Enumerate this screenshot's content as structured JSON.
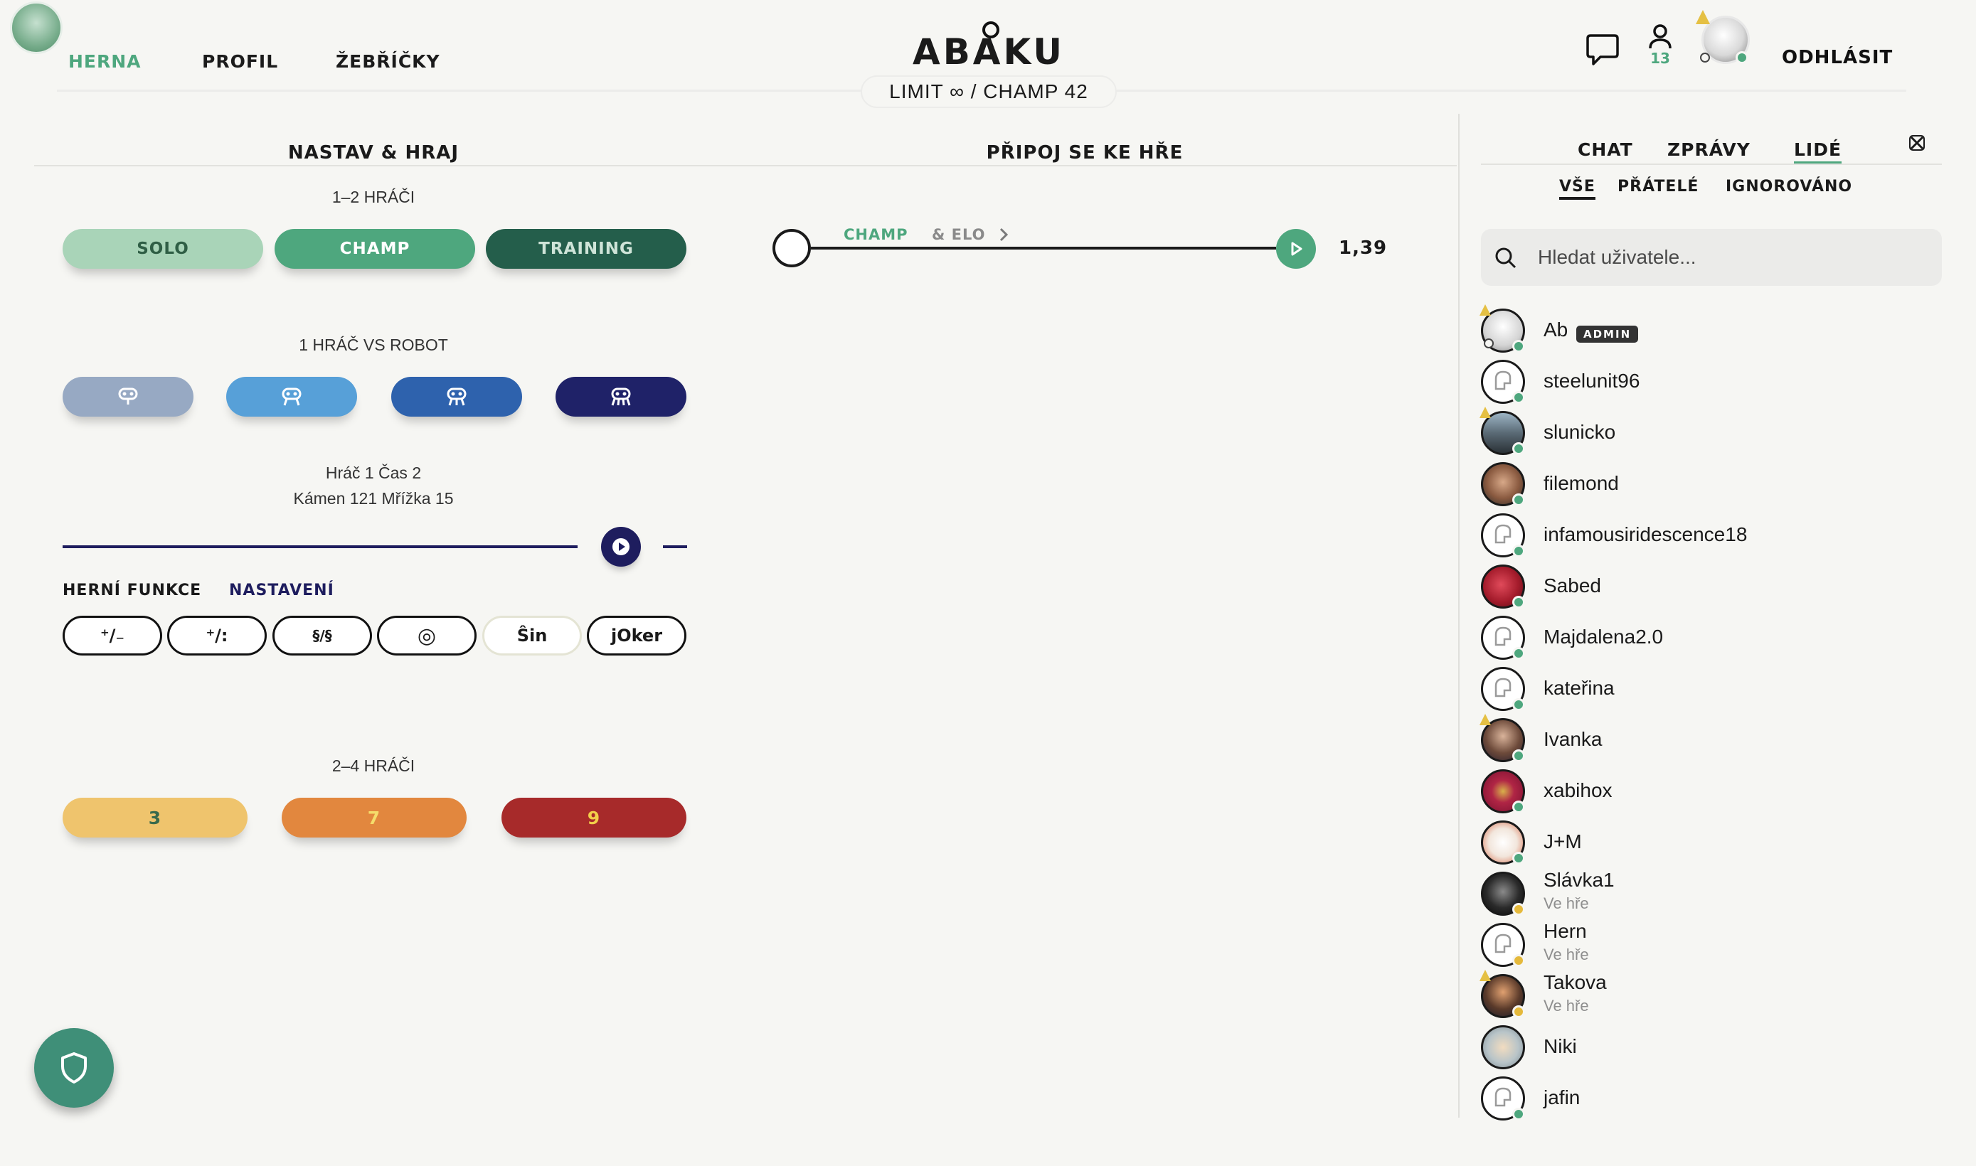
{
  "nav": {
    "items": [
      "HERNA",
      "PROFIL",
      "ŽEBŘÍČKY"
    ],
    "logo": "ABAKU",
    "subtitle": "LIMIT ∞ / CHAMP 42",
    "friend_count": "13",
    "logout": "ODHLÁSIT"
  },
  "setup": {
    "title": "NASTAV & HRAJ",
    "players_1_2": "1–2 HRÁČI",
    "modes": [
      "SOLO",
      "CHAMP",
      "TRAINING"
    ],
    "robot_label": "1 HRÁČ VS ROBOT",
    "robot_icon": "robot-icon",
    "info_line1": "Hráč 1 Čas 2",
    "info_line2": "Kámen 121 Mřížka 15",
    "tab_functions": "HERNÍ FUNKCE",
    "tab_settings": "NASTAVENÍ",
    "functions": [
      "⁺/₋",
      "⁺/:",
      "§/§",
      "◎",
      "Ŝin",
      "jOker"
    ],
    "players_2_4": "2–4 HRÁČI",
    "multi": [
      "3",
      "7",
      "9"
    ]
  },
  "join": {
    "title": "PŘIPOJ SE KE HŘE",
    "track_label_a": "CHAMP",
    "track_label_b": "& ELO",
    "value": "1,39"
  },
  "chat": {
    "tabs": [
      "CHAT",
      "ZPRÁVY",
      "LIDÉ"
    ],
    "subtabs": [
      "VŠE",
      "PŘÁTELÉ",
      "IGNOROVÁNO"
    ],
    "search_placeholder": "Hledat uživatele...",
    "users": [
      {
        "name": "Ab",
        "badge": "ADMIN",
        "sub": "",
        "status": "online"
      },
      {
        "name": "steelunit96",
        "sub": "",
        "status": "online"
      },
      {
        "name": "slunicko",
        "sub": "",
        "status": "online"
      },
      {
        "name": "filemond",
        "sub": "",
        "status": "online"
      },
      {
        "name": "infamousiridescence18",
        "sub": "",
        "status": "online"
      },
      {
        "name": "Sabed",
        "sub": "",
        "status": "online"
      },
      {
        "name": "Majdalena2.0",
        "sub": "",
        "status": "online"
      },
      {
        "name": "kateřina",
        "sub": "",
        "status": "online"
      },
      {
        "name": "Ivanka",
        "sub": "",
        "status": "online"
      },
      {
        "name": "xabihox",
        "sub": "",
        "status": "online"
      },
      {
        "name": "J+M",
        "sub": "",
        "status": "online"
      },
      {
        "name": "Slávka1",
        "sub": "Ve hře",
        "status": "ingame"
      },
      {
        "name": "Hern",
        "sub": "Ve hře",
        "status": "ingame"
      },
      {
        "name": "Takova",
        "sub": "Ve hře",
        "status": "ingame"
      },
      {
        "name": "Niki",
        "sub": "",
        "status": "online"
      },
      {
        "name": "jafin",
        "sub": "",
        "status": "online"
      }
    ]
  },
  "colors": {
    "accent": "#4ea77e",
    "navy": "#1e1d5e",
    "online": "#4ea77e",
    "ingame": "#e5b93b"
  }
}
